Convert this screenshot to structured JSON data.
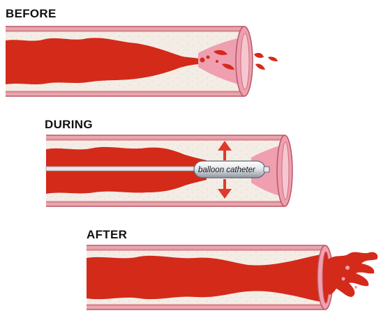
{
  "stages": {
    "before": {
      "label": "BEFORE"
    },
    "during": {
      "label": "DURING"
    },
    "after": {
      "label": "AFTER"
    }
  },
  "catheter": {
    "label": "balloon catheter"
  },
  "colors": {
    "vessel_wall": "#e8a6ad",
    "wall_edge": "#c96f7c",
    "plaque": "#f4ede6",
    "blood": "#d42a1a",
    "vessel_opening": "#ef9fb0",
    "arrow": "#e0392b",
    "catheter_body": "#dfe3e8"
  }
}
